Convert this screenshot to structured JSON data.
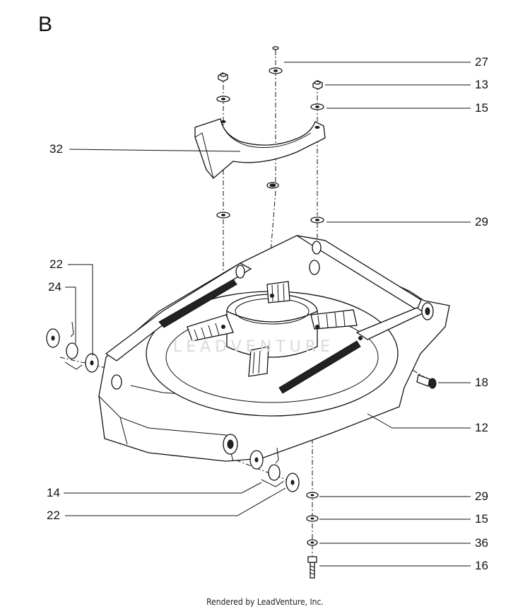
{
  "diagram": {
    "section_letter": "B",
    "callouts": [
      {
        "id": "27",
        "label": "27"
      },
      {
        "id": "13",
        "label": "13"
      },
      {
        "id": "15a",
        "label": "15"
      },
      {
        "id": "32",
        "label": "32"
      },
      {
        "id": "29a",
        "label": "29"
      },
      {
        "id": "22a",
        "label": "22"
      },
      {
        "id": "24",
        "label": "24"
      },
      {
        "id": "18",
        "label": "18"
      },
      {
        "id": "12",
        "label": "12"
      },
      {
        "id": "14",
        "label": "14"
      },
      {
        "id": "22b",
        "label": "22"
      },
      {
        "id": "29b",
        "label": "29"
      },
      {
        "id": "15b",
        "label": "15"
      },
      {
        "id": "36",
        "label": "36"
      },
      {
        "id": "16",
        "label": "16"
      }
    ],
    "watermark": "LEADVENTURE",
    "footer": "Rendered by LeadVenture, Inc."
  }
}
